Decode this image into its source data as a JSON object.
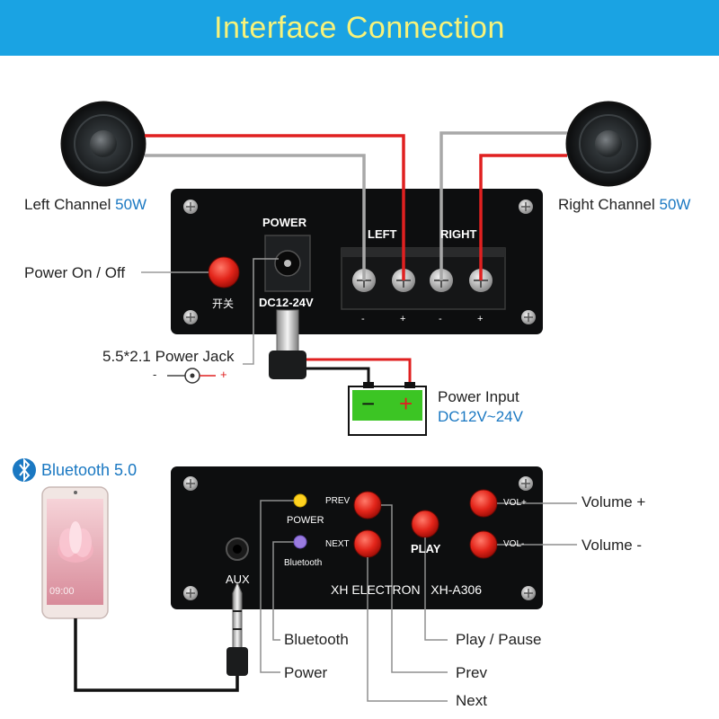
{
  "banner": {
    "title": "Interface Connection"
  },
  "colors": {
    "banner_bg": "#1aa3e3",
    "banner_text": "#f7f27a",
    "accent_blue": "#1a78c2",
    "wire_red": "#e02020",
    "wire_gray": "#a8a8a8"
  },
  "top_panel": {
    "left_channel": {
      "label": "Left Channel",
      "watts": "50W"
    },
    "right_channel": {
      "label": "Right Channel",
      "watts": "50W"
    },
    "power_header": "POWER",
    "left_terminal_label": "LEFT",
    "right_terminal_label": "RIGHT",
    "switch_chinese": "开关",
    "dc_rating": "DC12-24V",
    "power_switch_label": "Power On / Off",
    "power_jack_label": "5.5*2.1 Power Jack",
    "jack_minus": "-",
    "jack_plus": "+",
    "terminal_signs": [
      "-",
      "+",
      "-",
      "+"
    ],
    "battery_minus": "−",
    "battery_plus": "+",
    "power_input_label": "Power Input",
    "power_input_range": "DC12V~24V"
  },
  "bottom_panel": {
    "bluetooth_title": "Bluetooth 5.0",
    "phone_time": "09:00",
    "led_power": "POWER",
    "led_bluetooth": "Bluetooth",
    "prev": "PREV",
    "next": "NEXT",
    "play": "PLAY",
    "vol_plus": "VOL+",
    "vol_minus": "VOL-",
    "aux": "AUX",
    "brand": "XH ELECTRON   XH-A306",
    "callouts": {
      "volume_plus": "Volume +",
      "volume_minus": "Volume -",
      "bluetooth": "Bluetooth",
      "power": "Power",
      "play_pause": "Play / Pause",
      "prev": "Prev",
      "next": "Next"
    }
  }
}
